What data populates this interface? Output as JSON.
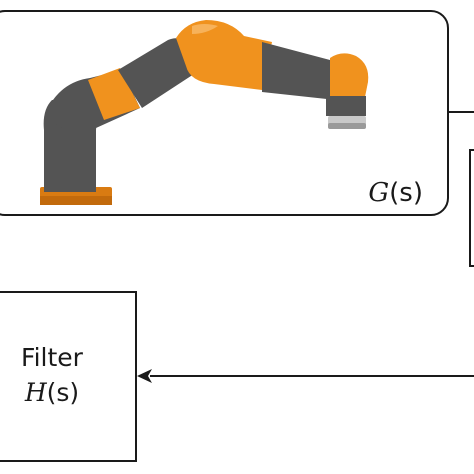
{
  "plant": {
    "func_letter": "G",
    "func_arg": "(s)",
    "image": "kuka-robot-arm-icon",
    "colors": {
      "orange": "#f0921e",
      "gray": "#545454",
      "base": "#d97b12"
    }
  },
  "filter": {
    "title": "Filter",
    "func_letter": "H",
    "func_arg": "(s)"
  },
  "connectors": {
    "stroke": "#1a1a1a"
  }
}
